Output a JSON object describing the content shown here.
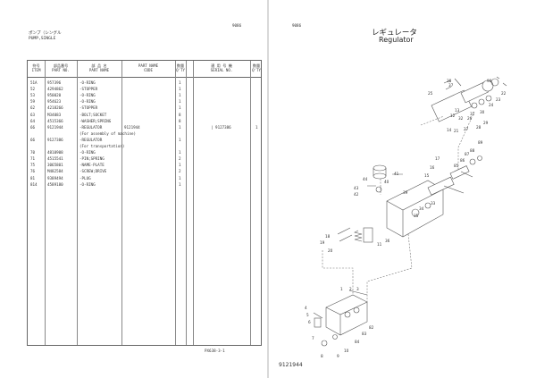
{
  "left_page": {
    "page_code": "9086",
    "title_jp": "ポンプ（シングル",
    "title_en": "PUMP,SINGLE",
    "footer_code": "PX638-3-1",
    "headers": {
      "no": [
        "符号",
        "ITEM"
      ],
      "part_no": [
        "部品番号",
        "PART NO."
      ],
      "name": [
        "部 品 名",
        "PART NAME"
      ],
      "code": [
        "PART NAME",
        "CODE"
      ],
      "qty": [
        "数量",
        "Q'TY"
      ],
      "serial": [
        "適 用 号 機",
        "SERIAL NO."
      ],
      "qty2": [
        "数量",
        "Q'TY"
      ]
    },
    "rows": [
      {
        "no": "51A",
        "pn": "957396",
        "nm": "-O-RING",
        "cd": "",
        "qt": "1",
        "sr": "",
        "q2": ""
      },
      {
        "no": "52",
        "pn": "4294862",
        "nm": "-STOPPER",
        "cd": "",
        "qt": "1",
        "sr": "",
        "q2": ""
      },
      {
        "no": "53",
        "pn": "950020",
        "nm": "-O-RING",
        "cd": "",
        "qt": "1",
        "sr": "",
        "q2": ""
      },
      {
        "no": "59",
        "pn": "954623",
        "nm": "-O-RING",
        "cd": "",
        "qt": "1",
        "sr": "",
        "q2": ""
      },
      {
        "no": "62",
        "pn": "4218266",
        "nm": "-STOPPER",
        "cd": "",
        "qt": "1",
        "sr": "",
        "q2": ""
      },
      {
        "no": "63",
        "pn": "M34083",
        "nm": "-BOLT;SOCKET",
        "cd": "",
        "qt": "8",
        "sr": "",
        "q2": ""
      },
      {
        "no": "64",
        "pn": "4515366",
        "nm": "-WASHER;SPRING",
        "cd": "",
        "qt": "8",
        "sr": "",
        "q2": ""
      },
      {
        "no": "66",
        "pn": "9121944",
        "nm": "-REGULATOR",
        "cd": "9121944",
        "qt": "1",
        "sr": "| 9127386",
        "q2": "1"
      },
      {
        "no": "",
        "pn": "",
        "nm": "(For assembly of machine)",
        "cd": "",
        "qt": "",
        "sr": "",
        "q2": ""
      },
      {
        "no": "66",
        "pn": "9127386",
        "nm": "-REGULATOR",
        "cd": "",
        "qt": "1",
        "sr": "",
        "q2": ""
      },
      {
        "no": "",
        "pn": "",
        "nm": "(For transportation)",
        "cd": "",
        "qt": "",
        "sr": "",
        "q2": ""
      },
      {
        "no": "70",
        "pn": "4810908",
        "nm": "-O-RING",
        "cd": "",
        "qt": "1",
        "sr": "",
        "q2": ""
      },
      {
        "no": "71",
        "pn": "4515541",
        "nm": "-PIN;SPRING",
        "cd": "",
        "qt": "2",
        "sr": "",
        "q2": ""
      },
      {
        "no": "75",
        "pn": "3065801",
        "nm": "-NAME-PLATE",
        "cd": "",
        "qt": "1",
        "sr": "",
        "q2": ""
      },
      {
        "no": "76",
        "pn": "M482584",
        "nm": "-SCREW;DRIVE",
        "cd": "",
        "qt": "2",
        "sr": "",
        "q2": ""
      },
      {
        "no": "81",
        "pn": "9389494",
        "nm": "-PLUG",
        "cd": "",
        "qt": "1",
        "sr": "",
        "q2": ""
      },
      {
        "no": "814",
        "pn": "4589180",
        "nm": "-O-RING",
        "cd": "",
        "qt": "1",
        "sr": "",
        "q2": ""
      }
    ]
  },
  "right_page": {
    "page_code": "9086",
    "title_jp": "レギュレータ",
    "title_en": "Regulator",
    "illustration_number": "9121944",
    "callouts": [
      "25",
      "38",
      "37",
      "90",
      "22",
      "23",
      "24",
      "30",
      "31",
      "32",
      "27",
      "28",
      "29",
      "26",
      "21",
      "13",
      "12",
      "14",
      "89",
      "88",
      "87",
      "86",
      "85",
      "44",
      "43",
      "42",
      "41",
      "40",
      "39",
      "17",
      "16",
      "15",
      "33",
      "34",
      "35",
      "36",
      "11",
      "18",
      "19",
      "20",
      "1",
      "2",
      "3",
      "4",
      "5",
      "6",
      "7",
      "8",
      "9",
      "10",
      "84",
      "83",
      "82"
    ]
  }
}
